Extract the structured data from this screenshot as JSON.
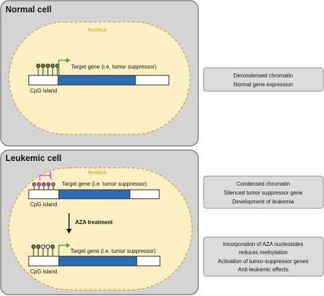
{
  "normal_panel": {
    "title": "Normal cell",
    "nucleus_label": "Nucleus",
    "gene_label": "Target gene (i.e. tumor suppressor)",
    "cpg_label": "CpG island",
    "effects": [
      "Decondensed chromatin",
      "Normal gene expression"
    ]
  },
  "leukemic_panel": {
    "title": "Leukemic cell",
    "nucleus_label": "Nucleus",
    "before": {
      "gene_label": "Target gene (i.e. tumor suppressor)",
      "cpg_label": "CpG island",
      "effects": [
        "Condensed chromatin",
        "Silenced tumor suppressor gene",
        "Development of leukemia"
      ]
    },
    "treatment_label": "AZA treatment",
    "after": {
      "gene_label": "Target gene (i.e. tumor suppressor)",
      "cpg_label": "CpG island",
      "effects": [
        "Incorporation of AZA nucleosides",
        "reduces methylation",
        "Activation of tumor-suppressor genes",
        "Anti-leukemic effects"
      ]
    }
  },
  "colors": {
    "panel_fill": "#d4d4d4",
    "panel_stroke": "#7f7f7f",
    "nucleus_fill": "#fdf0c4",
    "nucleus_stroke": "#c9a232",
    "nucleus_label": "#c79a12",
    "gene_body": "#2e6db3",
    "arrow_green": "#4ba83d",
    "block_magenta": "#e754d8",
    "methyl_dot": "#6a8c2a",
    "effect_box_fill": "#dcdcdc",
    "effect_box_stroke": "#8a8a8a"
  }
}
